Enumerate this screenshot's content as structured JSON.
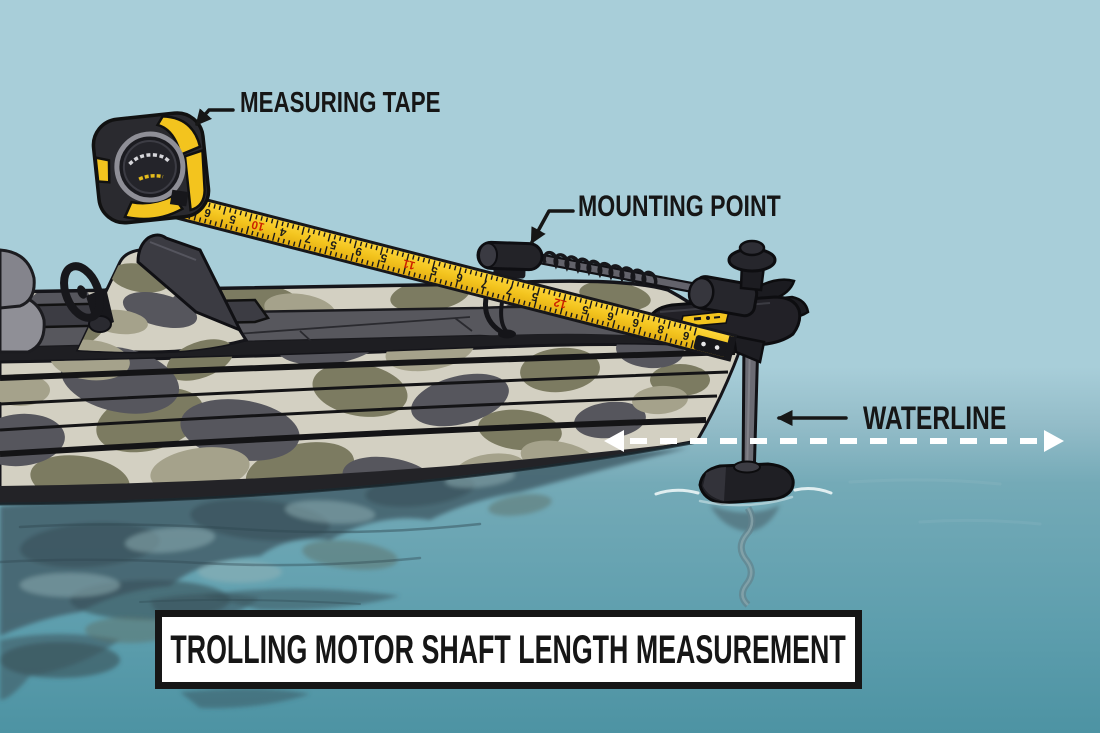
{
  "title_box": {
    "text": "TROLLING MOTOR SHAFT LENGTH MEASUREMENT"
  },
  "callouts": {
    "measuring_tape": {
      "label": "MEASURING TAPE"
    },
    "mounting_point": {
      "label": "MOUNTING POINT"
    },
    "waterline": {
      "label": "WATERLINE"
    }
  },
  "tape": {
    "numbers": [
      "6",
      "6",
      "5",
      "10",
      "4",
      "7",
      "5",
      "9",
      "5",
      "11",
      "5",
      "6",
      "7",
      "7",
      "5",
      "12",
      "5",
      "6",
      "6",
      "8",
      "6"
    ],
    "red_indices": [
      3,
      9,
      15
    ],
    "number_color": "#1b1b1b",
    "red_color": "#cc2200"
  },
  "colors": {
    "sky": "#a8ced9",
    "water_top": "#74aab7",
    "water_bottom": "#4d93a3",
    "ink": "#161616",
    "tape_yellow": "#f3c41e",
    "tape_yellow_deep": "#e2ab12",
    "title_bg": "#ffffff",
    "camo_base": "#d3d0c2",
    "camo_olive": "#7c7b61",
    "camo_gray": "#56565d",
    "camo_mid": "#a5a28b",
    "hull_dark": "#232327",
    "dash_white": "#ffffff"
  }
}
